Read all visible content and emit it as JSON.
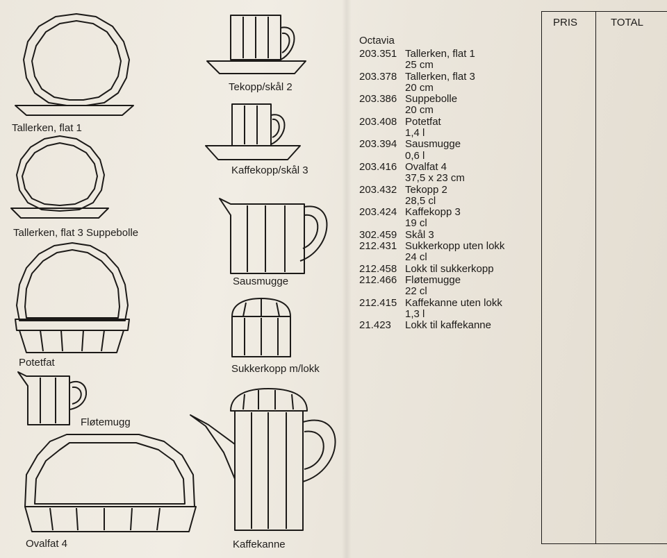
{
  "illustrations": [
    {
      "id": "tallerken-flat-1",
      "label": "Tallerken, flat 1",
      "icon": "dinner-plate-icon"
    },
    {
      "id": "tallerken-flat-3",
      "label": "Tallerken, flat 3 Suppebolle",
      "icon": "small-plate-icon"
    },
    {
      "id": "potetfat",
      "label": "Potetfat",
      "icon": "potato-dish-icon"
    },
    {
      "id": "flotemugg",
      "label": "Fløtemugg",
      "icon": "creamer-icon"
    },
    {
      "id": "ovalfat",
      "label": "Ovalfat 4",
      "icon": "oval-dish-icon"
    },
    {
      "id": "tekopp",
      "label": "Tekopp/skål 2",
      "icon": "teacup-icon"
    },
    {
      "id": "kaffekopp",
      "label": "Kaffekopp/skål 3",
      "icon": "coffee-cup-icon"
    },
    {
      "id": "sausmugge",
      "label": "Sausmugge",
      "icon": "gravy-jug-icon"
    },
    {
      "id": "sukkerkopp",
      "label": "Sukkerkopp m/lokk",
      "icon": "sugar-bowl-icon"
    },
    {
      "id": "kaffekanne",
      "label": "Kaffekanne",
      "icon": "coffee-pot-icon"
    }
  ],
  "catalog": {
    "series": "Octavia",
    "items": [
      {
        "code": "203.351",
        "name": "Tallerken, flat 1",
        "detail": "25 cm"
      },
      {
        "code": "203.378",
        "name": "Tallerken, flat 3",
        "detail": "20 cm"
      },
      {
        "code": "203.386",
        "name": "Suppebolle",
        "detail": "20 cm"
      },
      {
        "code": "203.408",
        "name": "Potetfat",
        "detail": "1,4 l"
      },
      {
        "code": "203.394",
        "name": "Sausmugge",
        "detail": "0,6 l"
      },
      {
        "code": "203.416",
        "name": "Ovalfat 4",
        "detail": "37,5 x 23 cm"
      },
      {
        "code": "203.432",
        "name": "Tekopp 2",
        "detail": "28,5 cl"
      },
      {
        "code": "203.424",
        "name": "Kaffekopp 3",
        "detail": "19 cl"
      },
      {
        "code": "302.459",
        "name": "Skål 3",
        "detail": ""
      },
      {
        "code": "212.431",
        "name": "Sukkerkopp uten lokk",
        "detail": "24 cl"
      },
      {
        "code": "212.458",
        "name": "Lokk til sukkerkopp",
        "detail": ""
      },
      {
        "code": "212.466",
        "name": "Fløtemugge",
        "detail": "22 cl"
      },
      {
        "code": "212.415",
        "name": "Kaffekanne uten lokk",
        "detail": "1,3 l"
      },
      {
        "code": "21.423",
        "name": "Lokk til kaffekanne",
        "detail": ""
      }
    ]
  },
  "price_table": {
    "col1": "PRIS",
    "col2": "TOTAL"
  }
}
